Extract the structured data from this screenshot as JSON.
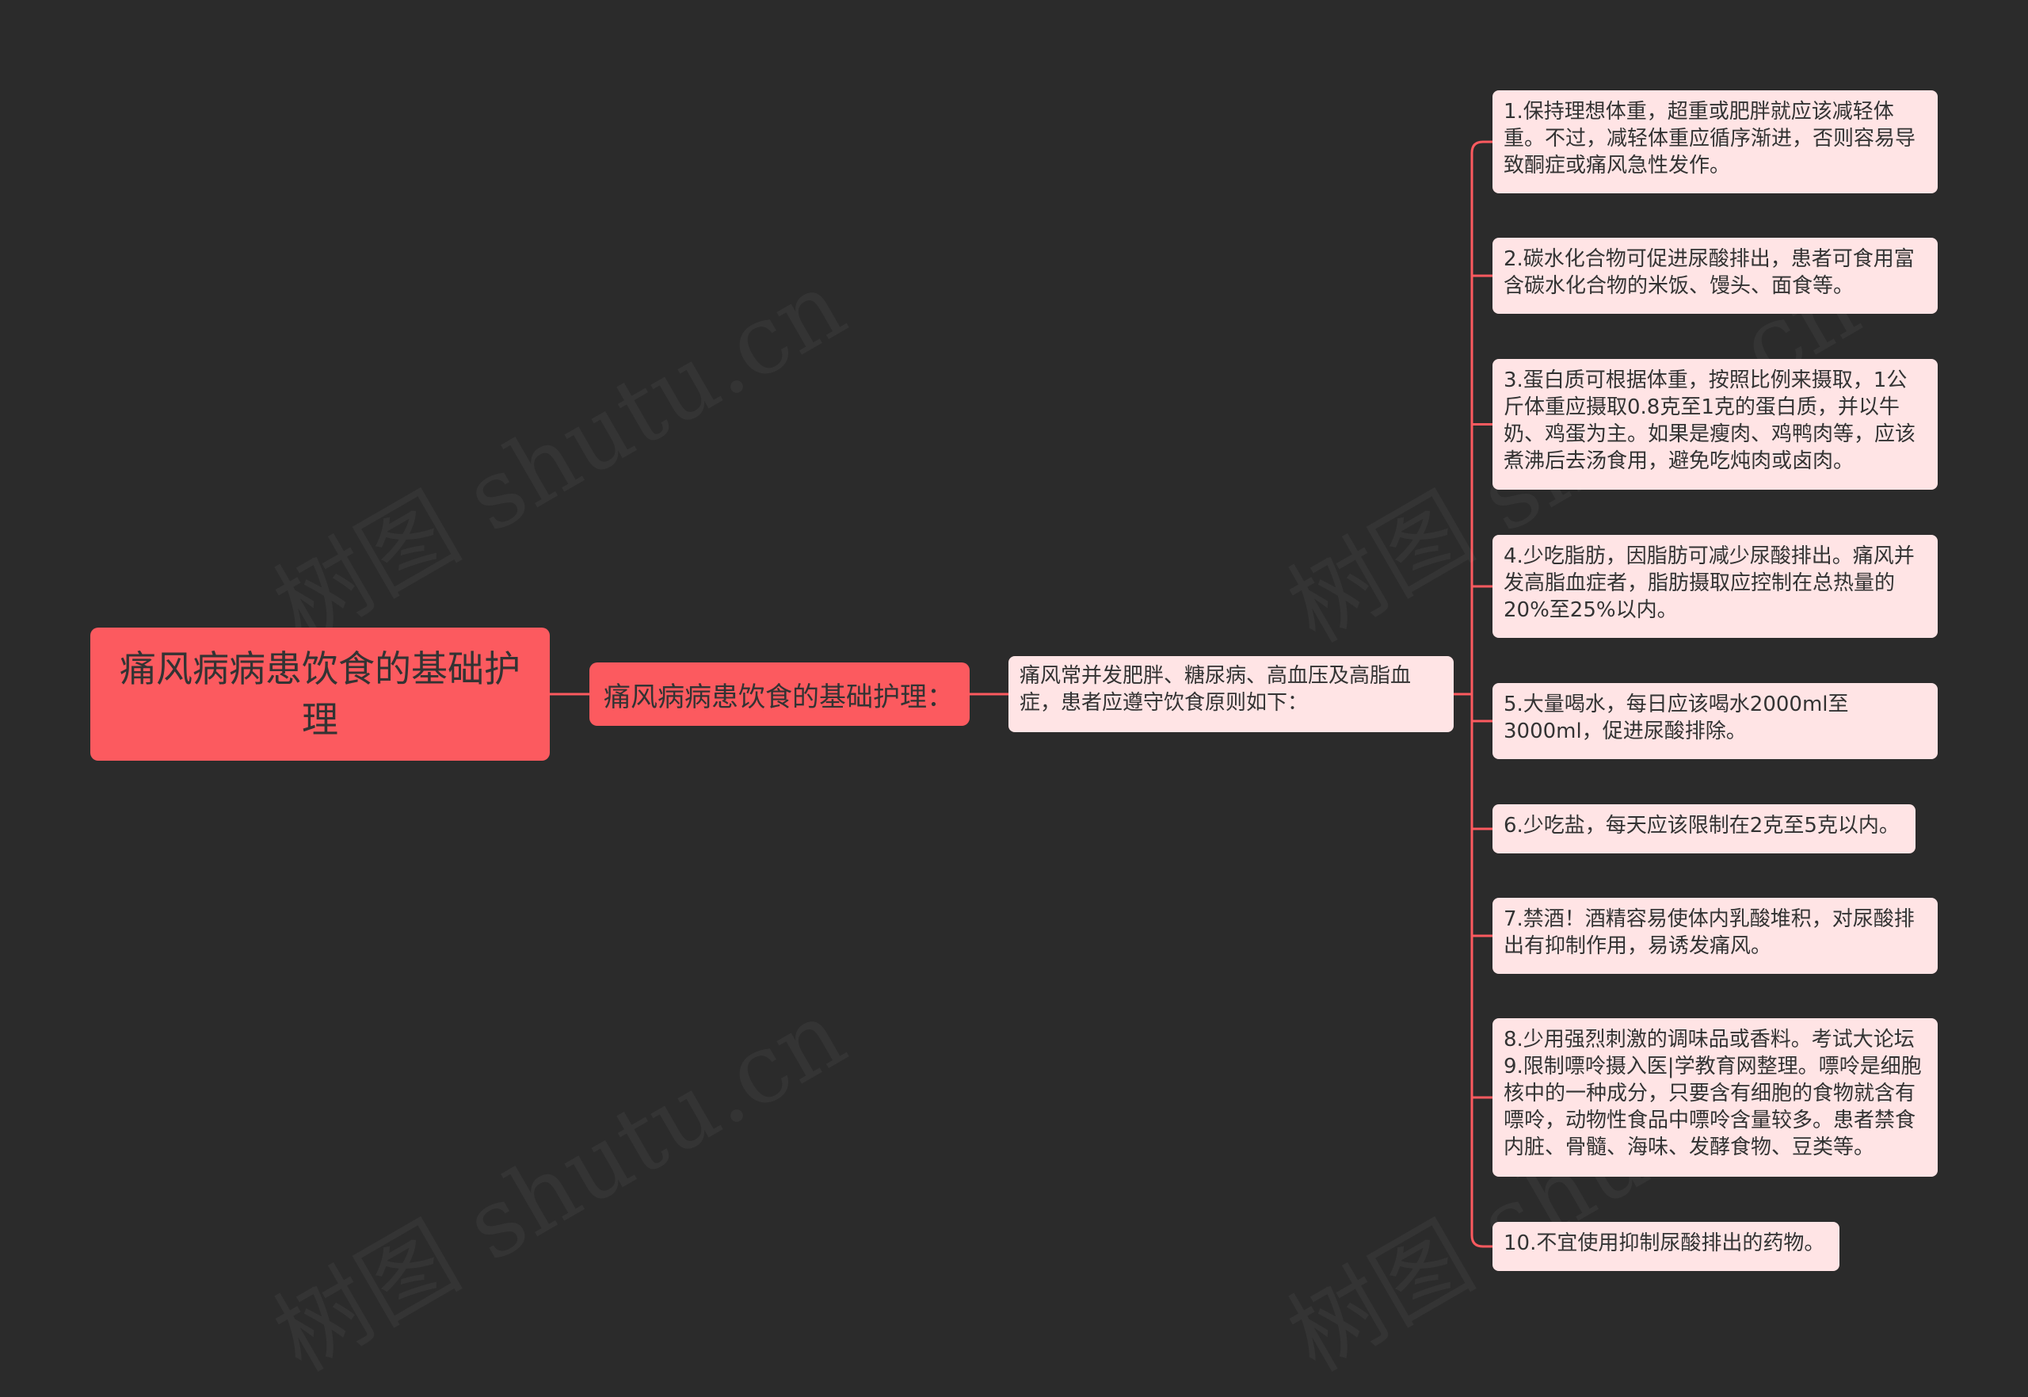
{
  "root": {
    "title": "痛风病病患饮食的基础护理"
  },
  "branch": {
    "title": "痛风病病患饮食的基础护理："
  },
  "hub": {
    "text": "痛风常并发肥胖、糖尿病、高血压及高脂血症，患者应遵守饮食原则如下："
  },
  "leaves": [
    "1.保持理想体重，超重或肥胖就应该减轻体重。不过，减轻体重应循序渐进，否则容易导致酮症或痛风急性发作。",
    "2.碳水化合物可促进尿酸排出，患者可食用富含碳水化合物的米饭、馒头、面食等。",
    "3.蛋白质可根据体重，按照比例来摄取，1公斤体重应摄取0.8克至1克的蛋白质，并以牛奶、鸡蛋为主。如果是瘦肉、鸡鸭肉等，应该煮沸后去汤食用，避免吃炖肉或卤肉。",
    "4.少吃脂肪，因脂肪可减少尿酸排出。痛风并发高脂血症者，脂肪摄取应控制在总热量的20%至25%以内。",
    "5.大量喝水，每日应该喝水2000ml至3000ml，促进尿酸排除。",
    "6.少吃盐，每天应该限制在2克至5克以内。",
    "7.禁酒！酒精容易使体内乳酸堆积，对尿酸排出有抑制作用，易诱发痛风。",
    "8.少用强烈刺激的调味品或香料。考试大论坛9.限制嘌呤摄入医|学教育网整理。嘌呤是细胞核中的一种成分，只要含有细胞的食物就含有嘌呤，动物性食品中嘌呤含量较多。患者禁食内脏、骨髓、海味、发酵食物、豆类等。",
    "10.不宜使用抑制尿酸排出的药物。"
  ],
  "colors": {
    "background": "#2b2b2b",
    "main_node": "#fc5a5f",
    "sub_node": "#ffe4e5",
    "line": "#fc5a5f"
  }
}
